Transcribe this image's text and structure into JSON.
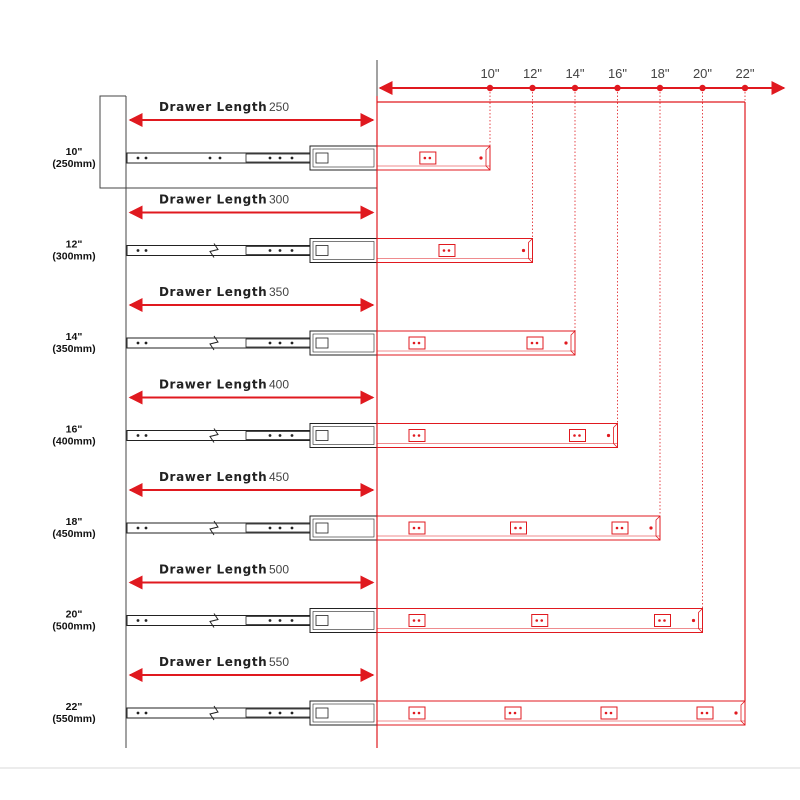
{
  "scale": {
    "ticks": [
      {
        "value": 10,
        "label": "10\""
      },
      {
        "value": 12,
        "label": "12\""
      },
      {
        "value": 14,
        "label": "14\""
      },
      {
        "value": 16,
        "label": "16\""
      },
      {
        "value": 18,
        "label": "18\""
      },
      {
        "value": 20,
        "label": "20\""
      },
      {
        "value": 22,
        "label": "22\""
      }
    ]
  },
  "drawer_length_text": "Drawer Length",
  "slides": [
    {
      "inch": 10,
      "size_label": "10\"",
      "mm_label": "(250mm)",
      "drawer_length": "250",
      "holes": 1
    },
    {
      "inch": 12,
      "size_label": "12\"",
      "mm_label": "(300mm)",
      "drawer_length": "300",
      "holes": 1
    },
    {
      "inch": 14,
      "size_label": "14\"",
      "mm_label": "(350mm)",
      "drawer_length": "350",
      "holes": 2
    },
    {
      "inch": 16,
      "size_label": "16\"",
      "mm_label": "(400mm)",
      "drawer_length": "400",
      "holes": 2
    },
    {
      "inch": 18,
      "size_label": "18\"",
      "mm_label": "(450mm)",
      "drawer_length": "450",
      "holes": 3
    },
    {
      "inch": 20,
      "size_label": "20\"",
      "mm_label": "(500mm)",
      "drawer_length": "500",
      "holes": 3
    },
    {
      "inch": 22,
      "size_label": "22\"",
      "mm_label": "(550mm)",
      "drawer_length": "550",
      "holes": 4
    }
  ],
  "colors": {
    "accent": "#e0191f",
    "line": "#222222",
    "muted": "#555555"
  }
}
